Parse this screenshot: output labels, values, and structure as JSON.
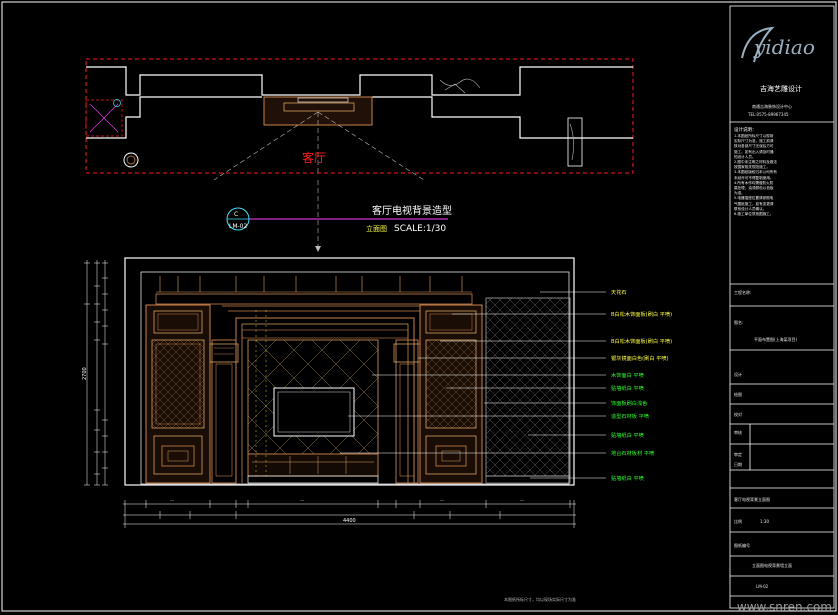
{
  "plan": {
    "room_label": "客厅"
  },
  "elevation": {
    "title": "客厅电视背景造型",
    "subtitle": "立面图",
    "scale": "SCALE:1/30",
    "marker_top": "C",
    "marker_bottom": "LM-02",
    "dim_overall": "4400",
    "dim_height": "2700",
    "footnote": "本图纸所标尺寸，均以现场实际尺寸为准",
    "callouts": [
      "天花石",
      "B白松木饰面板(刷白 平喷)",
      "B白松木饰面板(刷白 平喷)",
      "银灰镜面白色(刷白 平喷)",
      "木饰面白 平喷",
      "贴墙纸白 平喷",
      "饰面板刷白浅色",
      "造型石材板 平喷",
      "贴墙纸白 平喷",
      "地台石材板材 平喷",
      "贴墙纸白 平喷"
    ]
  },
  "title_block": {
    "logo": "yidiao",
    "company": "吉海艺雕设计",
    "company_sub": "南通吉海装饰设计中心",
    "tel": "TEL:0575-89967345",
    "notes_heading": "设计说明：",
    "notes": [
      "1.本图纸所标尺寸以现场",
      "实际尺寸为准，施工前请",
      "核对各部尺寸无误后方可",
      "施工。如有出入请及时通",
      "知设计人员。",
      "2.图中未注明之材料及做法",
      "按国家相关规范施工。",
      "3.本图纸版权归本公司所有",
      "未经许可不得复制使用。",
      "4.所有木作均需做防火防",
      "腐处理，油漆颜色以色板",
      "为准。",
      "5.电器插座位置请参照电",
      "气图纸施工，如有变更请",
      "联系设计人员确认。",
      "6.施工单位须按图施工。"
    ],
    "labels": {
      "project": "工程名称:",
      "project_value": "平面布置图(上海某项目)",
      "drawing": "图名:",
      "drawing_value": "客厅电视背景立面图",
      "designer": "设计",
      "draftsman": "绘图",
      "check": "校对",
      "review": "审核",
      "approve": "审定",
      "date": "日期",
      "scale_label": "比例",
      "scale_value": "1:30",
      "sheet_label": "图纸编号",
      "sheet_value": "LM-02",
      "sheet_name": "立面图电视背景墙立面"
    }
  },
  "watermark": "www.snren.com",
  "colors": {
    "background": "#000000",
    "wall": "#ffffff",
    "red_dash": "#ff1a1a",
    "wood": "#c8824a",
    "tan": "#d4a060",
    "yellow": "#ffff40",
    "green": "#2aff2a",
    "magenta": "#ff40ff",
    "cyan": "#40e0ff",
    "grey": "#9a9a9a"
  }
}
